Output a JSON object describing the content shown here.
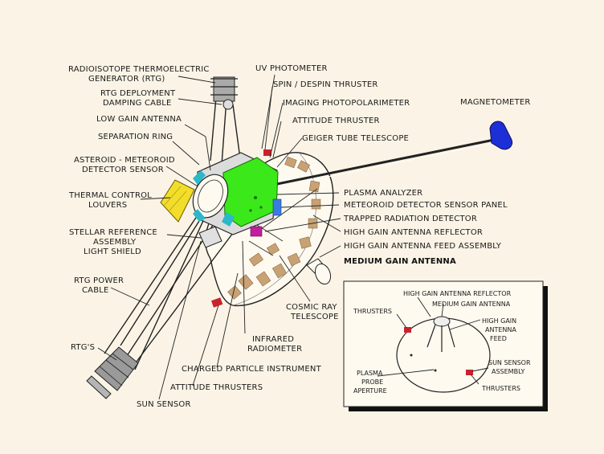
{
  "colors": {
    "background": "#fbf4e6",
    "ink": "#222222",
    "plasma_analyzer_green": "#3be81a",
    "louvers_yellow": "#f2dd2a",
    "magnetometer_blue": "#1d2fd6",
    "separation_ring_cyan": "#2bb8c9",
    "thruster_red": "#c8232c",
    "detector_panel_blue": "#3a7ce0",
    "sensor_panel_tan": "#c8a274",
    "trapped_radiation_magenta": "#c21fa0"
  },
  "labels": {
    "rtg": [
      "RADIOISOTOPE THERMOELECTRIC",
      "GENERATOR (RTG)"
    ],
    "rtg_cable": [
      "RTG DEPLOYMENT",
      "DAMPING CABLE"
    ],
    "low_gain": "LOW GAIN ANTENNA",
    "separation_ring": "SEPARATION RING",
    "asteroid": [
      "ASTEROID - METEOROID",
      "DETECTOR SENSOR"
    ],
    "thermal": [
      "THERMAL CONTROL",
      "LOUVERS"
    ],
    "stellar": [
      "STELLAR REFERENCE",
      "ASSEMBLY",
      "LIGHT SHIELD"
    ],
    "rtg_power": [
      "RTG POWER",
      "CABLE"
    ],
    "rtgs": "RTG'S",
    "uv_photometer": "UV PHOTOMETER",
    "spin_despin": "SPIN / DESPIN THRUSTER",
    "imaging": "IMAGING PHOTOPOLARIMETER",
    "attitude_thruster": "ATTITUDE THRUSTER",
    "geiger": "GEIGER TUBE TELESCOPE",
    "magnetometer": "MAGNETOMETER",
    "plasma_analyzer": "PLASMA ANALYZER",
    "meteoroid_panel": "METEOROID DETECTOR SENSOR PANEL",
    "trapped_radiation": "TRAPPED RADIATION DETECTOR",
    "hga_reflector": "HIGH GAIN ANTENNA REFLECTOR",
    "hga_feed_assembly": "HIGH GAIN ANTENNA FEED ASSEMBLY",
    "medium_gain": "MEDIUM GAIN ANTENNA",
    "cosmic_ray": [
      "COSMIC RAY",
      "TELESCOPE"
    ],
    "infrared": [
      "INFRARED",
      "RADIOMETER"
    ],
    "charged_particle": "CHARGED PARTICLE INSTRUMENT",
    "attitude_thrusters": "ATTITUDE THRUSTERS",
    "sun_sensor": "SUN SENSOR"
  },
  "inset": {
    "hga_reflector": "HIGH GAIN ANTENNA REFLECTOR",
    "medium_gain": "MEDIUM GAIN ANTENNA",
    "thrusters_top": "THRUSTERS",
    "hga_feed": [
      "HIGH GAIN",
      "ANTENNA",
      "FEED"
    ],
    "sun_sensor": [
      "SUN SENSOR",
      "ASSEMBLY"
    ],
    "plasma_probe": [
      "PLASMA",
      "PROBE",
      "APERTURE"
    ],
    "thrusters_bottom": "THRUSTERS"
  }
}
